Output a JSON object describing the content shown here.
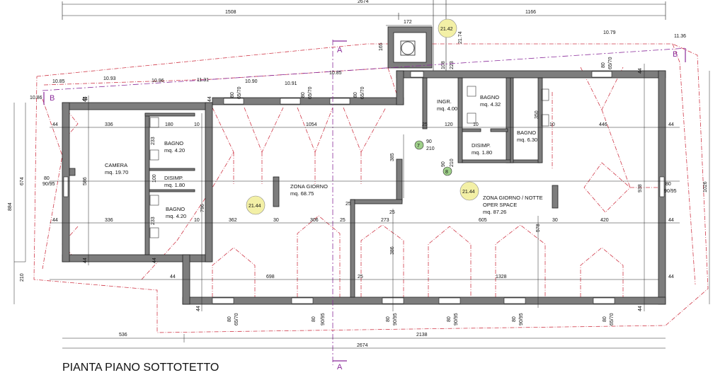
{
  "title": "PIANTA PIANO SOTTOTETTO",
  "sections": {
    "a": "A",
    "b": "B"
  },
  "colors": {
    "wall": "#7d7d7d",
    "roof": "#d03a4a",
    "section": "#8a2b9a",
    "level_fill": "#f3f0a6",
    "door_marker": "#9fd08a"
  },
  "rooms": {
    "camera": {
      "name": "CAMERA",
      "area": "mq. 19.70"
    },
    "bagno1": {
      "name": "BAGNO",
      "area": "mq. 4.20"
    },
    "disimp1": {
      "name": "DISIMP.",
      "area": "mq. 1.80"
    },
    "bagno2": {
      "name": "BAGNO",
      "area": "mq. 4.20"
    },
    "zona_giorno": {
      "name": "ZONA GIORNO",
      "area": "mq. 68.75"
    },
    "ingr": {
      "name": "INGR.",
      "area": "mq. 4.00"
    },
    "bagno3": {
      "name": "BAGNO",
      "area": "mq. 4.32"
    },
    "bagno4": {
      "name": "BAGNO",
      "area": "mq. 6.30"
    },
    "disimp2": {
      "name": "DISIMP.",
      "area": "mq. 1.80"
    },
    "zona_notte": {
      "name": "ZONA GIORNO / NOTTE",
      "name2": "OPER SPACE",
      "area": "mq. 87.26"
    }
  },
  "levels": {
    "l1": "21.42",
    "l2": "21.44",
    "l3": "21.44"
  },
  "markers": {
    "m7": "7",
    "m8": "8"
  },
  "heights": {
    "h1": "10.85",
    "h2": "10.93",
    "h3": "10.96",
    "h4": "11.31",
    "h5": "10.90",
    "h6": "10.91",
    "h7": "10.85",
    "h8": "10.79",
    "h9": "11.36",
    "h10": "10.86",
    "h11": "21.74"
  },
  "dims_top": {
    "d1": "2674",
    "d2": "1508",
    "d3": "1166",
    "d4": "172",
    "d5": "165",
    "d6": "108",
    "d7": "223"
  },
  "dims_windows": {
    "w1": "80",
    "w2": "65/70",
    "w3": "90/95",
    "w4": "90/95"
  },
  "dims_inner": {
    "a44": "44",
    "a336": "336",
    "a180": "180",
    "a10": "10",
    "a1054": "1054",
    "a25": "25",
    "a120": "120",
    "a446": "446",
    "a233": "233",
    "a100": "100",
    "a90": "90",
    "a210": "210",
    "a350": "350",
    "a385": "385",
    "a586": "586",
    "a796": "796",
    "a938": "938",
    "a362": "362",
    "a30": "30",
    "a306": "306",
    "a273": "273",
    "a605": "605",
    "a578": "578",
    "a420": "420",
    "a386": "386",
    "a698": "698",
    "a1328": "1328",
    "a80": "80",
    "a9095": "90/95"
  },
  "dims_left": {
    "l884": "884",
    "l674": "674",
    "l210": "210"
  },
  "dims_right": {
    "r1026": "1026"
  },
  "dims_bottom": {
    "b536": "536",
    "b2138": "2138",
    "b2674": "2674"
  }
}
